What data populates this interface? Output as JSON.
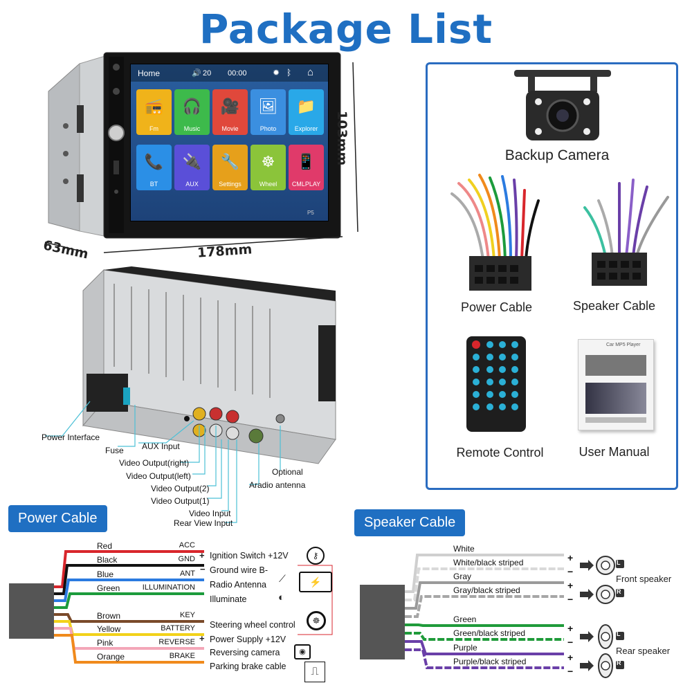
{
  "page_title": "Package List",
  "dimensions": {
    "height": "103mm",
    "depth": "63mm",
    "width": "178mm"
  },
  "screen": {
    "home": "Home",
    "volume": "20",
    "time": "00:00",
    "brand": "P5",
    "apps": [
      {
        "label": "Fm",
        "color": "#f0b31a"
      },
      {
        "label": "Music",
        "color": "#3dba4b"
      },
      {
        "label": "Movie",
        "color": "#e0483b"
      },
      {
        "label": "Photo",
        "color": "#3b8fe0"
      },
      {
        "label": "Explorer",
        "color": "#29a8e8"
      },
      {
        "label": "BT",
        "color": "#2b8fe6"
      },
      {
        "label": "AUX",
        "color": "#5a4fd8"
      },
      {
        "label": "Settings",
        "color": "#e6a01b"
      },
      {
        "label": "Wheel",
        "color": "#8bc43a"
      },
      {
        "label": "CMLPLAY",
        "color": "#e03a6a"
      }
    ]
  },
  "rear_labels": {
    "power_interface": "Power Interface",
    "fuse": "Fuse",
    "aux_input": "AUX Input",
    "video_output_right": "Video Output(right)",
    "video_output_left": "Video Output(left)",
    "video_output_2": "Video Output(2)",
    "video_output_1": "Video Output(1)",
    "video_input": "Video Input",
    "rear_view_input": "Rear View Input",
    "optional": "Optional",
    "aradio_antenna": "Aradio antenna"
  },
  "package_items": {
    "backup_camera": "Backup Camera",
    "power_cable": "Power Cable",
    "speaker_cable": "Speaker Cable",
    "remote_control": "Remote Control",
    "user_manual": "User Manual",
    "manual_header": "Car MP5 Player"
  },
  "power_cable": {
    "title": "Power Cable",
    "wires": [
      {
        "color_name": "Red",
        "pin": "ACC",
        "hex": "#d8262c"
      },
      {
        "color_name": "Black",
        "pin": "GND",
        "hex": "#111111"
      },
      {
        "color_name": "Blue",
        "pin": "ANT",
        "hex": "#2b7be0"
      },
      {
        "color_name": "Green",
        "pin": "ILLUMINATION",
        "hex": "#1c9b3c"
      },
      {
        "color_name": "Brown",
        "pin": "KEY",
        "hex": "#7a4a2a"
      },
      {
        "color_name": "Yellow",
        "pin": "BATTERY",
        "hex": "#f2d21a"
      },
      {
        "color_name": "Pink",
        "pin": "REVERSE",
        "hex": "#f3a6b8"
      },
      {
        "color_name": "Orange",
        "pin": "BRAKE",
        "hex": "#f08a1c"
      }
    ],
    "functions": {
      "ignition": "Ignition Switch +12V",
      "ground": "Ground wire B-",
      "radio_antenna": "Radio Antenna",
      "illuminate": "Illuminate",
      "steering": "Steering wheel control",
      "power_supply": "Power Supply +12V",
      "reversing": "Reversing camera",
      "parking": "Parking brake cable"
    },
    "plus": "+",
    "minus": "−"
  },
  "speaker_cable": {
    "title": "Speaker Cable",
    "wires": [
      {
        "label": "White",
        "hex": "#cfcfcf"
      },
      {
        "label": "White/black striped",
        "hex": "#d9d9d9"
      },
      {
        "label": "Gray",
        "hex": "#9a9a9a"
      },
      {
        "label": "Gray/black striped",
        "hex": "#a6a6a6"
      },
      {
        "label": "Green",
        "hex": "#1f9b3a"
      },
      {
        "label": "Green/black striped",
        "hex": "#1f9b3a"
      },
      {
        "label": "Purple",
        "hex": "#6a3fa8"
      },
      {
        "label": "Purple/black striped",
        "hex": "#6a3fa8"
      }
    ],
    "front_speaker": "Front speaker",
    "rear_speaker": "Rear speaker",
    "left": "L",
    "right": "R"
  }
}
